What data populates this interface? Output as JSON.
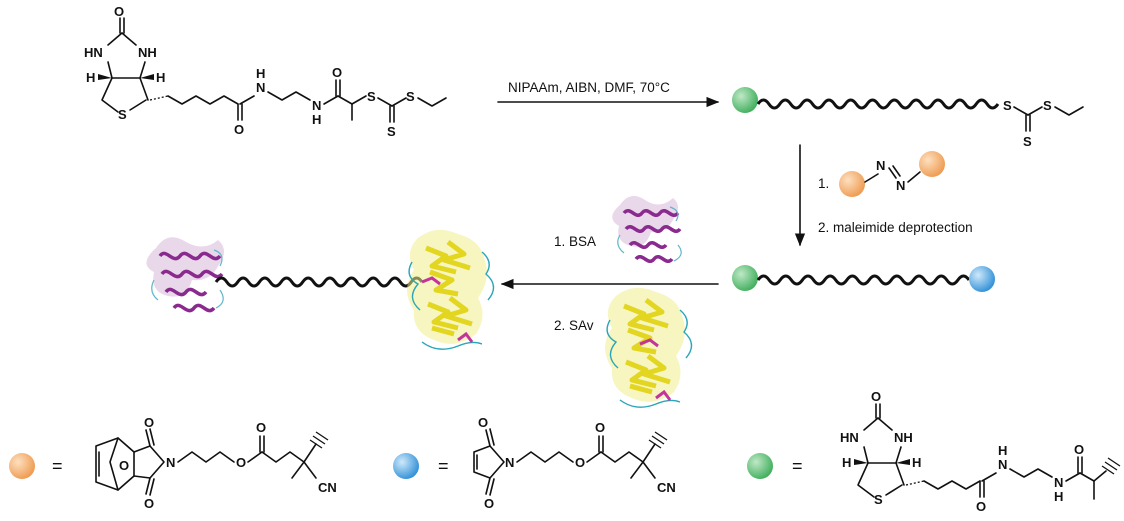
{
  "colors": {
    "green_bead": "#3fae5c",
    "orange_bead": "#f0a05a",
    "blue_bead": "#2f8fd6",
    "bsa_protein": "#8a2a8e",
    "sav_protein": "#e8e040",
    "sav_loops": "#2aa6b8",
    "polymer": "#111111"
  },
  "arrows": {
    "step1": {
      "label": "NIPAAm, AIBN, DMF, 70°C"
    },
    "step2": {
      "label1_prefix": "1.",
      "label2": "2. maleimide deprotection",
      "azo_n1": "N",
      "azo_n2": "N"
    },
    "step3": {
      "label1": "1. BSA",
      "label2": "2. SAv"
    }
  },
  "atoms": {
    "O": "O",
    "S": "S",
    "N": "N",
    "H": "H",
    "NH": "NH",
    "HN": "HN",
    "CN": "CN"
  },
  "legend": {
    "equals": "="
  }
}
